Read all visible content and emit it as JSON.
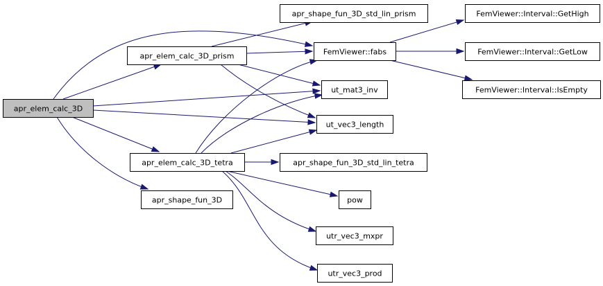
{
  "colors": {
    "edge": "#191970",
    "root_fill": "#bfbfbf",
    "node_fill": "#ffffff",
    "node_border": "#000000"
  },
  "nodes": {
    "apr_elem_calc_3D": "apr_elem_calc_3D",
    "apr_elem_calc_3D_prism": "apr_elem_calc_3D_prism",
    "apr_elem_calc_3D_tetra": "apr_elem_calc_3D_tetra",
    "apr_shape_fun_3D": "apr_shape_fun_3D",
    "apr_shape_fun_3D_std_lin_prism": "apr_shape_fun_3D_std_lin_prism",
    "FemViewer_fabs": "FemViewer::fabs",
    "ut_mat3_inv": "ut_mat3_inv",
    "ut_vec3_length": "ut_vec3_length",
    "apr_shape_fun_3D_std_lin_tetra": "apr_shape_fun_3D_std_lin_tetra",
    "pow": "pow",
    "utr_vec3_mxpr": "utr_vec3_mxpr",
    "utr_vec3_prod": "utr_vec3_prod",
    "Interval_GetHigh": "FemViewer::Interval::GetHigh",
    "Interval_GetLow": "FemViewer::Interval::GetLow",
    "Interval_IsEmpty": "FemViewer::Interval::IsEmpty"
  },
  "edges": [
    [
      "apr_elem_calc_3D",
      "apr_elem_calc_3D_prism"
    ],
    [
      "apr_elem_calc_3D",
      "FemViewer_fabs"
    ],
    [
      "apr_elem_calc_3D",
      "ut_mat3_inv"
    ],
    [
      "apr_elem_calc_3D",
      "ut_vec3_length"
    ],
    [
      "apr_elem_calc_3D",
      "apr_elem_calc_3D_tetra"
    ],
    [
      "apr_elem_calc_3D",
      "apr_shape_fun_3D"
    ],
    [
      "apr_elem_calc_3D_prism",
      "apr_shape_fun_3D_std_lin_prism"
    ],
    [
      "apr_elem_calc_3D_prism",
      "FemViewer_fabs"
    ],
    [
      "apr_elem_calc_3D_prism",
      "ut_mat3_inv"
    ],
    [
      "apr_elem_calc_3D_prism",
      "ut_vec3_length"
    ],
    [
      "apr_elem_calc_3D_tetra",
      "FemViewer_fabs"
    ],
    [
      "apr_elem_calc_3D_tetra",
      "ut_mat3_inv"
    ],
    [
      "apr_elem_calc_3D_tetra",
      "ut_vec3_length"
    ],
    [
      "apr_elem_calc_3D_tetra",
      "apr_shape_fun_3D_std_lin_tetra"
    ],
    [
      "apr_elem_calc_3D_tetra",
      "pow"
    ],
    [
      "apr_elem_calc_3D_tetra",
      "utr_vec3_mxpr"
    ],
    [
      "apr_elem_calc_3D_tetra",
      "utr_vec3_prod"
    ],
    [
      "FemViewer_fabs",
      "Interval_GetHigh"
    ],
    [
      "FemViewer_fabs",
      "Interval_GetLow"
    ],
    [
      "FemViewer_fabs",
      "Interval_IsEmpty"
    ]
  ]
}
